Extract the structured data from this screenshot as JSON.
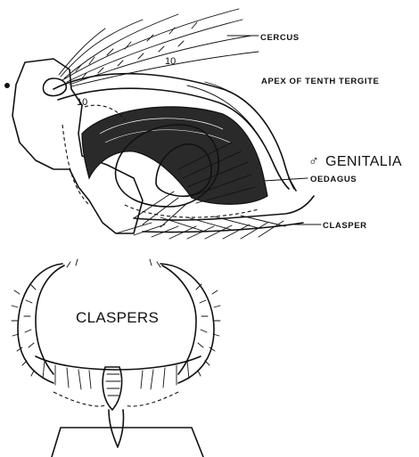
{
  "labels": {
    "cercus": "CERCUS",
    "apex": "APEX OF TENTH TERGITE",
    "genitalia_symbol": "♂",
    "genitalia": "GENITALIA",
    "oedagus": "OEDAGUS",
    "clasper": "CLASPER",
    "claspers": "CLASPERS",
    "segment_num_top": "10",
    "segment_num_left": "10"
  }
}
